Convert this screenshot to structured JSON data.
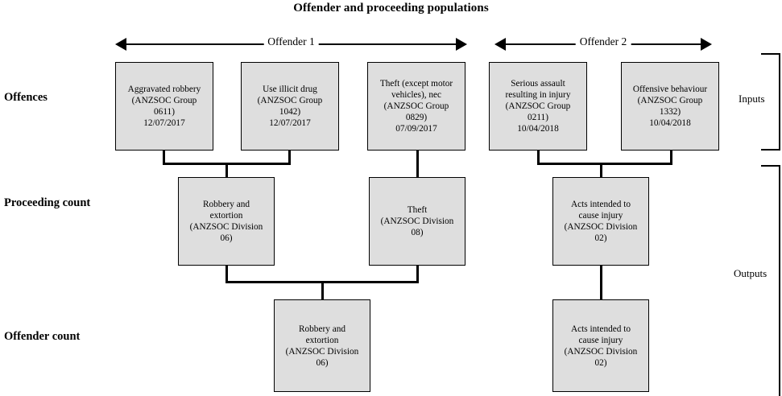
{
  "diagram": {
    "title": "Offender and proceeding populations",
    "row_labels": {
      "offences": "Offences",
      "proceeding_count": "Proceeding count",
      "offender_count": "Offender count"
    },
    "spans": [
      {
        "caption": "Offender 1"
      },
      {
        "caption": "Offender 2"
      }
    ],
    "brackets": [
      {
        "label": "Inputs"
      },
      {
        "label": "Outputs"
      }
    ],
    "offences": [
      {
        "text": "Aggravated robbery\n(ANZSOC Group\n0611)\n12/07/2017"
      },
      {
        "text": "Use illicit drug\n(ANZSOC Group\n1042)\n12/07/2017"
      },
      {
        "text": "Theft (except motor\nvehicles), nec\n(ANZSOC Group\n0829)\n07/09/2017"
      },
      {
        "text": "Serious assault\nresulting in injury\n(ANZSOC Group\n0211)\n10/04/2018"
      },
      {
        "text": "Offensive behaviour\n(ANZSOC Group\n1332)\n10/04/2018"
      }
    ],
    "proceedings": [
      {
        "text": "Robbery and\nextortion\n(ANZSOC Division\n06)"
      },
      {
        "text": "Theft\n(ANZSOC Division\n08)"
      },
      {
        "text": "Acts intended to\ncause injury\n(ANZSOC Division\n02)"
      }
    ],
    "offender_counts": [
      {
        "text": "Robbery and\nextortion\n(ANZSOC Division\n06)"
      },
      {
        "text": "Acts intended to\ncause injury\n(ANZSOC Division\n02)"
      }
    ],
    "colors": {
      "box_fill": "#dedede",
      "box_border": "#000000",
      "connector": "#000000",
      "background": "#ffffff"
    }
  }
}
